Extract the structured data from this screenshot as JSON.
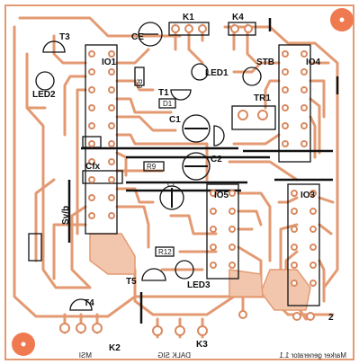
{
  "board": {
    "copper_color": "#e39a72",
    "copper_fill": "#f2c6ad",
    "silk_color": "#1a1a1a",
    "pad_color": "#d98a60",
    "background": "#ffffff"
  },
  "labels": {
    "t3": "T3",
    "k1": "K1",
    "k4": "K4",
    "ic1": "IO1",
    "ic4": "IO4",
    "stb": "STB",
    "led1": "LED1",
    "led2": "LED2",
    "t1": "T1",
    "d1": "D1",
    "tr1": "TR1",
    "c1": "C1",
    "c2": "C2",
    "cfx": "Cfx",
    "r9": "R9",
    "cf": "Cf",
    "ic5": "IO5",
    "ic3": "IO3",
    "sv": "Sv/b",
    "r_lower": "R12",
    "t5": "T5",
    "led3": "LED3",
    "t4": "T4",
    "k2": "K2",
    "k3": "K3",
    "ce": "CE",
    "r8": "R8",
    "mirror_msi": "MSI",
    "mirror_dalksig": "DALK SIG",
    "mirror_footer": "Marker generator 1.1",
    "pin2": "2"
  }
}
